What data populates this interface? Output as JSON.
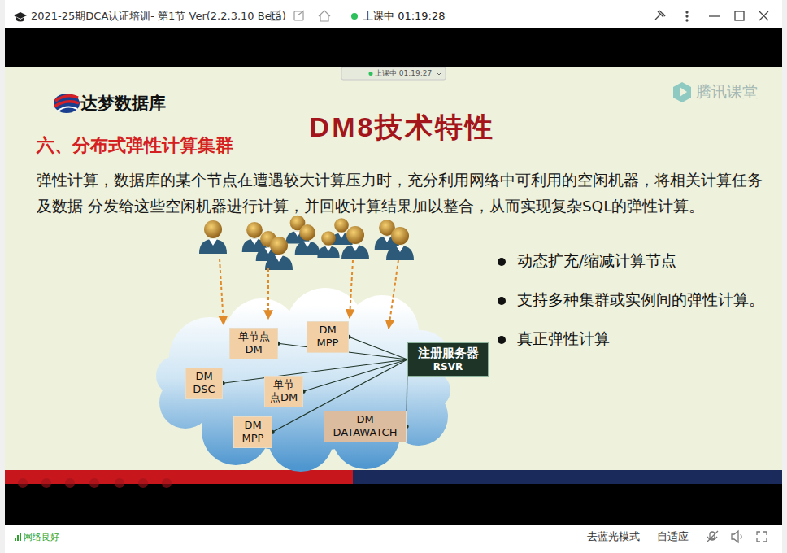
{
  "diagram": {
    "title": "DM8技术特性",
    "nodes": [
      {
        "text": [
          "单节点DM"
        ]
      },
      {
        "text": [
          "DM MPP"
        ]
      },
      {
        "text": [
          "注册服务器",
          "RSVR"
        ]
      },
      {
        "text": [
          "DM DSC"
        ]
      },
      {
        "text": [
          "单节点DM"
        ]
      },
      {
        "text": [
          "DM MPP"
        ]
      },
      {
        "text": [
          "DM DATAWATCH"
        ]
      }
    ],
    "edges": [
      {
        "from": 2,
        "to": 0,
        "arrow": "none"
      },
      {
        "from": 2,
        "to": 1,
        "arrow": "none"
      },
      {
        "from": 2,
        "to": 3,
        "arrow": "none"
      },
      {
        "from": 2,
        "to": 4,
        "arrow": "none"
      },
      {
        "from": 2,
        "to": 5,
        "arrow": "none"
      },
      {
        "from": 2,
        "to": 6,
        "arrow": "none"
      }
    ],
    "labels": [
      "2021-25期DCA认证培训- 第1节 Ver(2.2.3.10 Beta)",
      "上课中 01:19:28",
      "上课中 01:19:27",
      "达梦数据库",
      "腾讯课堂",
      "六、分布式弹性计算集群",
      "弹性计算，数据库的某个节点在遭遇较大计算压力时，充分利用网络中可利用的空闲机器，将相关计算任务及数据 分发给这些空闲机器进行计算，并回收计算结果加以整合，从而实现复杂SQL的弹性计算。",
      "动态扩充/缩减计算节点",
      "支持多种集群或实例间的弹性计算。",
      "真正弹性计算",
      "网络良好",
      "去蓝光模式",
      "自适应"
    ]
  }
}
